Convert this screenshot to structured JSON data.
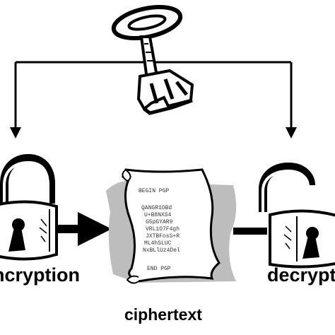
{
  "labels": {
    "encryption": "ncryption",
    "ciphertext": "ciphertext",
    "decryption": "decrypti"
  },
  "document": {
    "lines": [
      "BEGIN PGP",
      "QANGR1OBd",
      "U+B8NXS4",
      "G5pGYAR9",
      "VRL1O7F4gh",
      "JXTBFosS+R",
      "ML4hSLUC",
      "NxBLlUz4Del",
      "END PGP"
    ]
  },
  "icons": {
    "key": "key-icon",
    "lock_left": "padlock-icon",
    "lock_right": "open-padlock-icon",
    "document": "document-icon"
  },
  "colors": {
    "ink": "#000000",
    "shadow": "#b8b8b8"
  }
}
